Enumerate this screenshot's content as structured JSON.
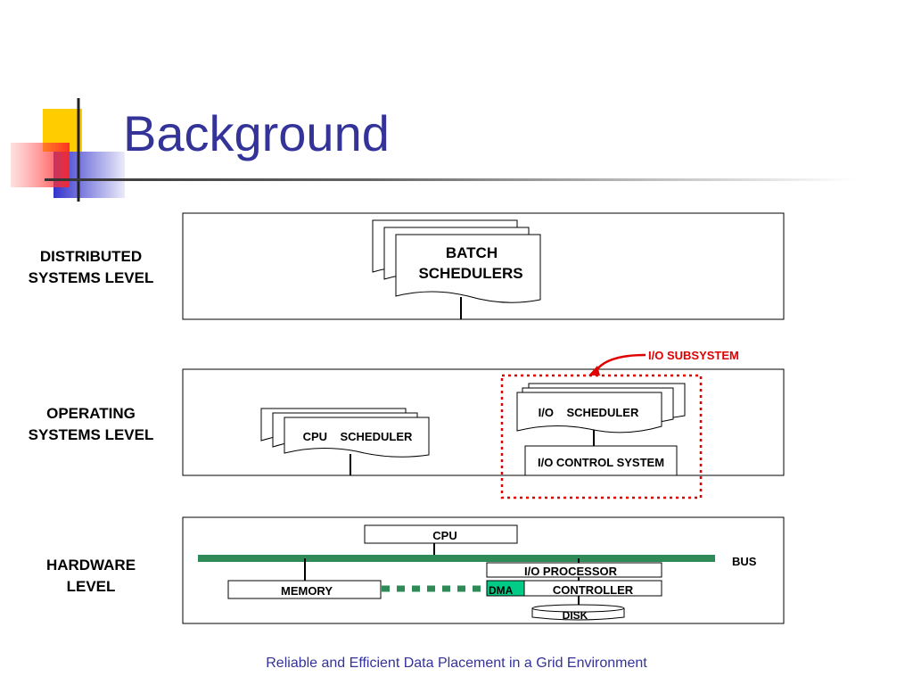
{
  "slide": {
    "title": "Background",
    "footer": "Reliable and Efficient Data Placement in a Grid Environment"
  },
  "levels": {
    "distributed": "DISTRIBUTED\nSYSTEMS LEVEL",
    "operating": "OPERATING\nSYSTEMS LEVEL",
    "hardware": "HARDWARE\nLEVEL"
  },
  "distributed_box": {
    "batch_line1": "BATCH",
    "batch_line2": "SCHEDULERS"
  },
  "os_box": {
    "cpu_scheduler": "CPU    SCHEDULER",
    "io_scheduler": "I/O    SCHEDULER",
    "io_control": "I/O CONTROL SYSTEM",
    "io_subsystem": "I/O SUBSYSTEM"
  },
  "hw_box": {
    "cpu": "CPU",
    "bus": "BUS",
    "memory": "MEMORY",
    "io_processor": "I/O PROCESSOR",
    "dma": "DMA",
    "controller": "CONTROLLER",
    "disk": "DISK"
  },
  "colors": {
    "title": "#333399",
    "bus": "#2e8b57",
    "dma": "#00cc88",
    "io_subsystem": "#e00000"
  }
}
